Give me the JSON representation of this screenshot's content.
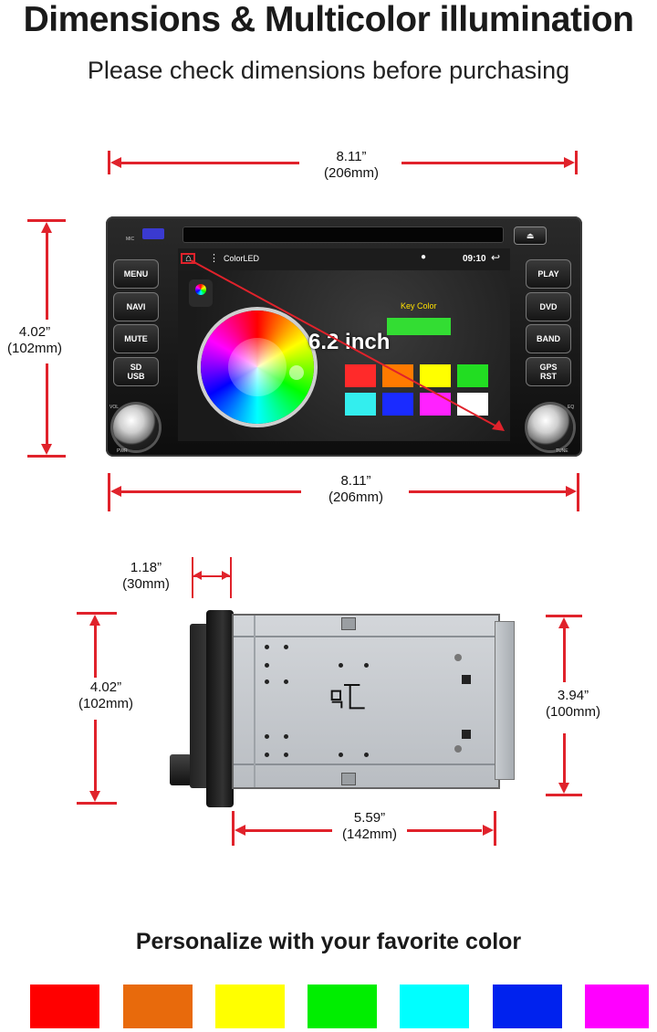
{
  "header": {
    "title": "Dimensions & Multicolor illumination",
    "subtitle": "Please check dimensions before purchasing"
  },
  "front_view": {
    "top_width": {
      "inches": "8.11”",
      "mm": "(206mm)"
    },
    "bottom_width": {
      "inches": "8.11”",
      "mm": "(206mm)"
    },
    "left_height": {
      "inches": "4.02”",
      "mm": "(102mm)"
    },
    "left_buttons": [
      "MENU",
      "NAVI",
      "MUTE",
      "SD\nUSB"
    ],
    "right_buttons": [
      "PLAY",
      "DVD",
      "BAND",
      "GPS\nRST"
    ],
    "tiny_labels": {
      "mic": "MIC",
      "vol": "VOL",
      "pwr": "PWR",
      "eq": "EQ",
      "tune": "TUNE"
    },
    "screen": {
      "app_name": "ColorLED",
      "time": "09:10",
      "key_color_label": "Key Color",
      "key_color": "#33dd33",
      "size_label": "6.2 inch",
      "swatches": [
        "#ff2a2a",
        "#ff7a00",
        "#ffff00",
        "#22dd22",
        "#33eeee",
        "#1a2bff",
        "#ff22ff",
        "#ffffff"
      ]
    }
  },
  "side_view": {
    "depth_front": {
      "inches": "1.18”",
      "mm": "(30mm)"
    },
    "left_height": {
      "inches": "4.02”",
      "mm": "(102mm)"
    },
    "right_height": {
      "inches": "3.94”",
      "mm": "(100mm)"
    },
    "body_depth": {
      "inches": "5.59”",
      "mm": "(142mm)"
    }
  },
  "footer": {
    "heading": "Personalize with your favorite color",
    "colors": [
      "#ff0000",
      "#e86a0c",
      "#ffff00",
      "#00ee00",
      "#00ffff",
      "#0022ee",
      "#ff00ff"
    ]
  }
}
